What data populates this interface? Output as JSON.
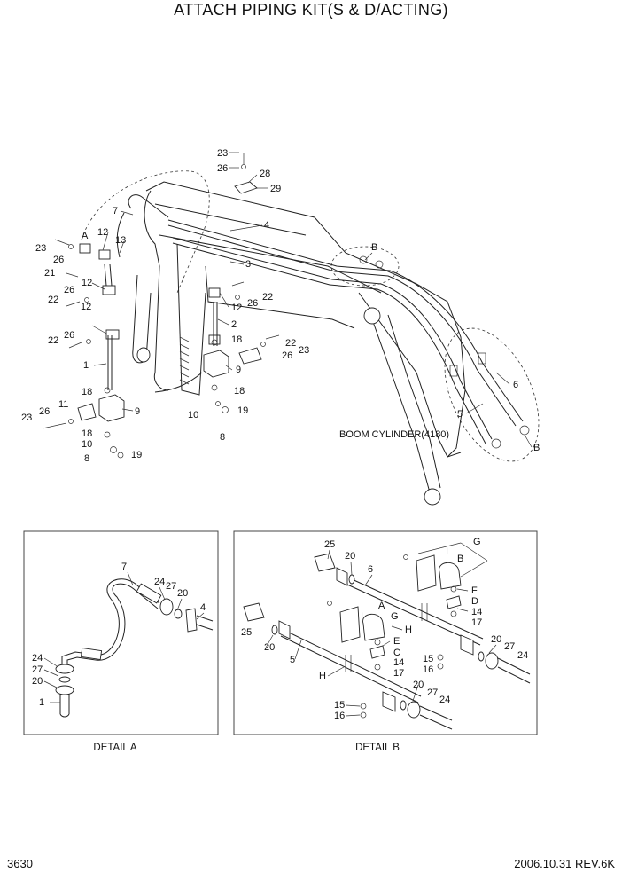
{
  "title": "ATTACH PIPING KIT(S & D/ACTING)",
  "page_number": "3630",
  "revision": "2006.10.31  REV.6K",
  "boom_cylinder_label": "BOOM CYLINDER(4180)",
  "detail_captions": {
    "a": "DETAIL A",
    "b": "DETAIL B"
  },
  "main_callouts": [
    "23",
    "26",
    "28",
    "29",
    "7",
    "4",
    "A",
    "12",
    "13",
    "B",
    "23",
    "26",
    "3",
    "21",
    "12",
    "26",
    "12",
    "22",
    "22",
    "26",
    "12",
    "2",
    "22",
    "26",
    "18",
    "22",
    "26",
    "23",
    "1",
    "9",
    "18",
    "18",
    "9",
    "23",
    "26",
    "11",
    "10",
    "19",
    "18",
    "8",
    "10",
    "8",
    "19",
    "6",
    "5",
    "B"
  ],
  "detail_a_callouts": [
    "7",
    "24",
    "27",
    "20",
    "4",
    "24",
    "27",
    "20",
    "1"
  ],
  "detail_b_callouts": [
    "G",
    "25",
    "20",
    "I",
    "B",
    "6",
    "F",
    "D",
    "A",
    "14",
    "17",
    "25",
    "G",
    "I",
    "H",
    "20",
    "5",
    "E",
    "C",
    "14",
    "17",
    "15",
    "16",
    "20",
    "27",
    "24",
    "H",
    "20",
    "27",
    "24",
    "15",
    "16"
  ],
  "colors": {
    "line": "#222222",
    "background": "#ffffff",
    "frame": "#444444"
  }
}
